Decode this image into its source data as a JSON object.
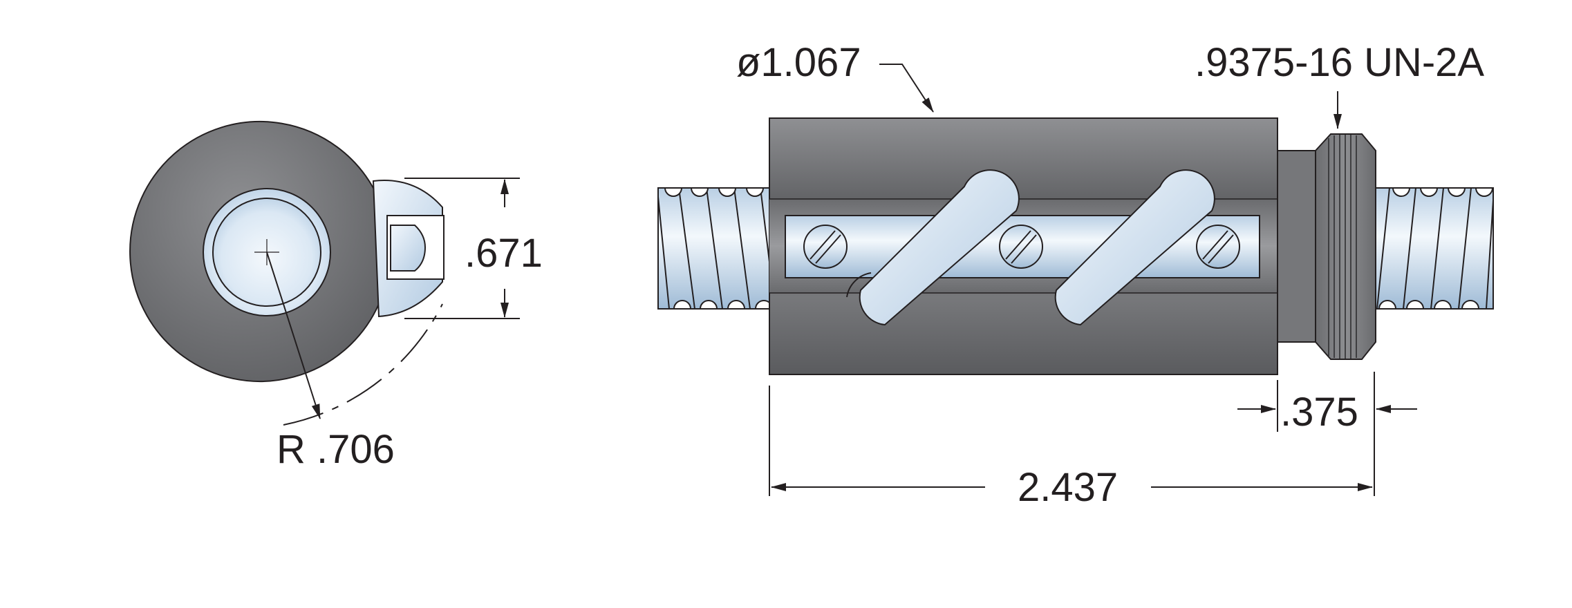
{
  "drawing": {
    "end_view": {
      "height_label": ".671",
      "radius_label": "R .706"
    },
    "side_view": {
      "diameter_label": "ø1.067",
      "thread_label": ".9375-16 UN-2A",
      "flange_length_label": ".375",
      "overall_length_label": "2.437"
    }
  },
  "colors": {
    "body_dark": "#5f6063",
    "body_mid": "#8a8b8e",
    "body_light": "#aeafb2",
    "shaft_light": "#eaf3fb",
    "shaft_shade": "#a9c3dc",
    "line": "#231f20"
  }
}
